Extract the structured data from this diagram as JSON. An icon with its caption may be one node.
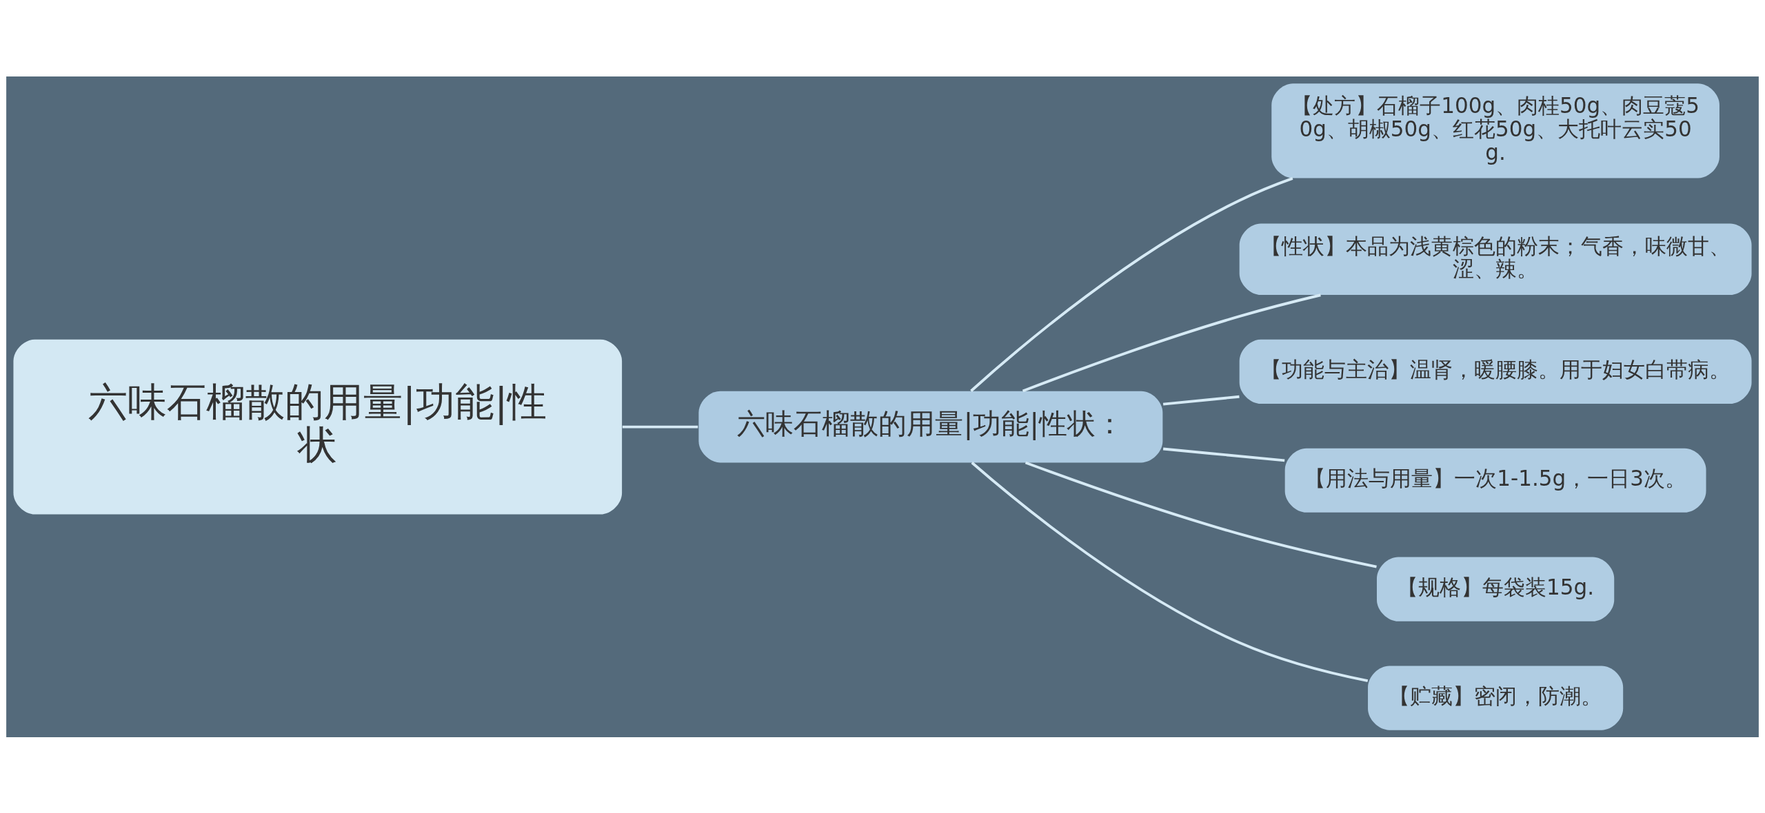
{
  "diagram": {
    "nodes": [
      {
        "text": [
          "六味石榴散的用量|功能|性状"
        ]
      },
      {
        "text": [
          "六味石榴散的用量|功能|性状："
        ]
      },
      {
        "text": [
          "【处方】石榴子100g、肉桂50g、肉豆蔻50g、胡椒50g、红花50g、大托叶云实50g."
        ]
      },
      {
        "text": [
          "【性状】本品为浅黄棕色的粉末；气香，味微甘、涩、辣。"
        ]
      },
      {
        "text": [
          "【功能与主治】温肾，暖腰膝。用于妇女白带病。"
        ]
      },
      {
        "text": [
          "【用法与用量】一次1-1.5g，一日3次。"
        ]
      },
      {
        "text": [
          "【规格】每袋装15g."
        ]
      },
      {
        "text": [
          "【贮藏】密闭，防潮。"
        ]
      }
    ],
    "edges": [
      {
        "from": 0,
        "to": 1,
        "arrow": "none"
      },
      {
        "from": 1,
        "to": 2,
        "arrow": "none"
      },
      {
        "from": 1,
        "to": 3,
        "arrow": "none"
      },
      {
        "from": 1,
        "to": 4,
        "arrow": "none"
      },
      {
        "from": 1,
        "to": 5,
        "arrow": "none"
      },
      {
        "from": 1,
        "to": 6,
        "arrow": "none"
      },
      {
        "from": 1,
        "to": 7,
        "arrow": "none"
      }
    ]
  }
}
